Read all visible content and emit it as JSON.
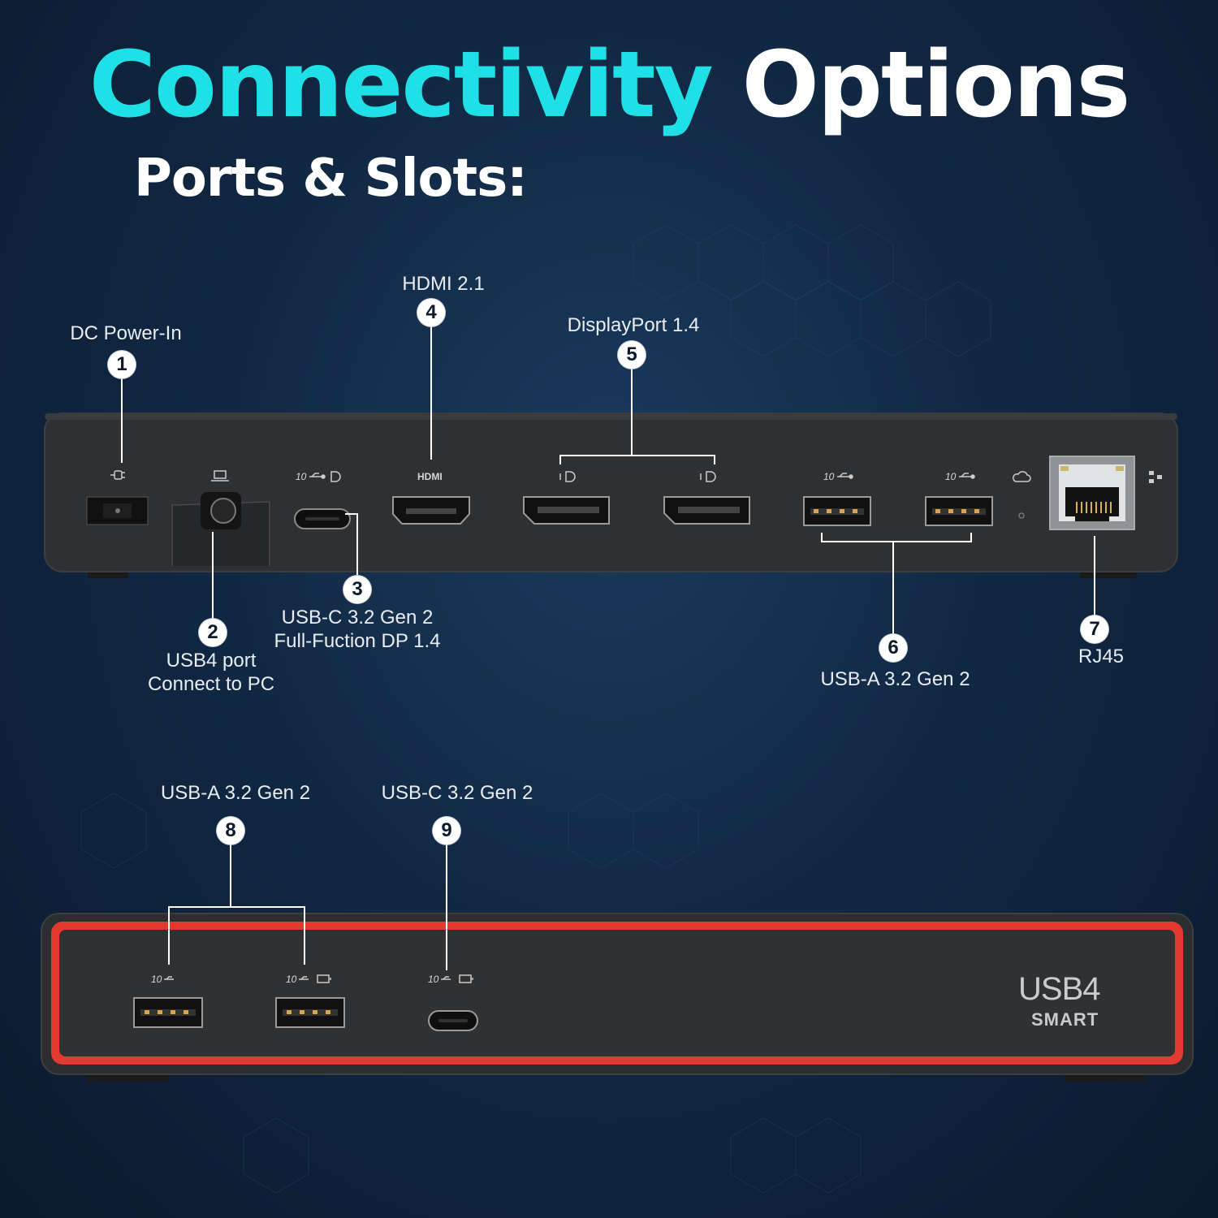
{
  "header": {
    "title_accent": "Connectivity",
    "title_rest": "Options",
    "subtitle": "Ports & Slots:"
  },
  "colors": {
    "accent": "#1ee0e6",
    "background": "#112843",
    "device": "#2e2f31",
    "bezel": "#e23a30"
  },
  "rear_callouts": [
    {
      "num": "1",
      "lines": [
        "DC Power-In"
      ]
    },
    {
      "num": "2",
      "lines": [
        "USB4 port",
        "Connect to PC"
      ]
    },
    {
      "num": "3",
      "lines": [
        "USB-C 3.2 Gen 2",
        "Full-Fuction DP 1.4"
      ]
    },
    {
      "num": "4",
      "lines": [
        "HDMI 2.1"
      ]
    },
    {
      "num": "5",
      "lines": [
        "DisplayPort 1.4"
      ]
    },
    {
      "num": "6",
      "lines": [
        "USB-A 3.2 Gen 2"
      ]
    },
    {
      "num": "7",
      "lines": [
        "RJ45"
      ]
    }
  ],
  "front_callouts": [
    {
      "num": "8",
      "lines": [
        "USB-A 3.2 Gen 2"
      ]
    },
    {
      "num": "9",
      "lines": [
        "USB-C 3.2 Gen 2"
      ]
    }
  ],
  "device_text": {
    "hdmi_mark": "HDMI",
    "speed_mark": "10",
    "brand": "USB4",
    "model": "SMART"
  },
  "icons": [
    "power-plug-icon",
    "laptop-icon",
    "displayport-icon",
    "usb-icon",
    "cloud-icon",
    "network-icon",
    "battery-icon"
  ]
}
